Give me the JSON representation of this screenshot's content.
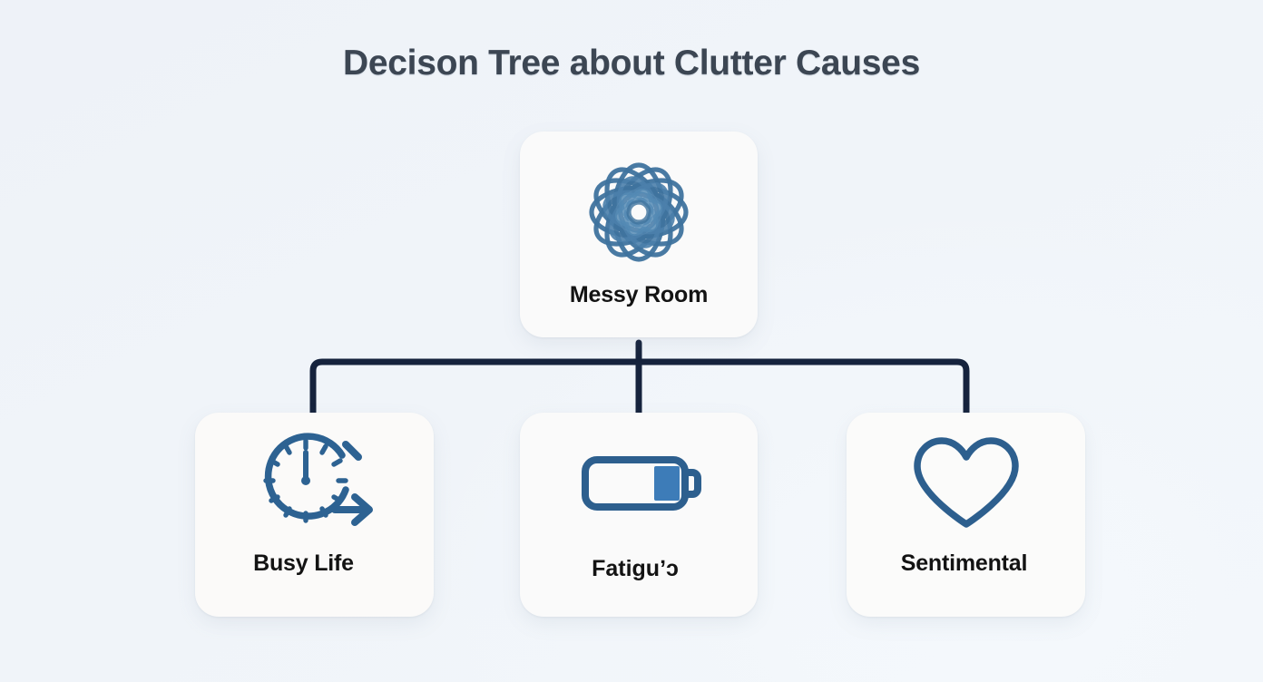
{
  "page": {
    "title": "Decison Tree about Clutter Causes",
    "background_color": "#f1f5f9",
    "accent_color": "#2f6296",
    "connector_color": "#16233d",
    "card_color": "#fbfbfb",
    "title_color": "#3c4653",
    "label_color": "#131313"
  },
  "tree": {
    "root": {
      "label": "Messy Room",
      "icon": "tangled-knot-icon"
    },
    "children": [
      {
        "label": "Busy Life",
        "icon": "clock-arrow-icon"
      },
      {
        "label": "Fatiguʼɔ",
        "icon": "low-battery-icon"
      },
      {
        "label": "Sentimental",
        "icon": "heart-outline-icon"
      }
    ]
  }
}
